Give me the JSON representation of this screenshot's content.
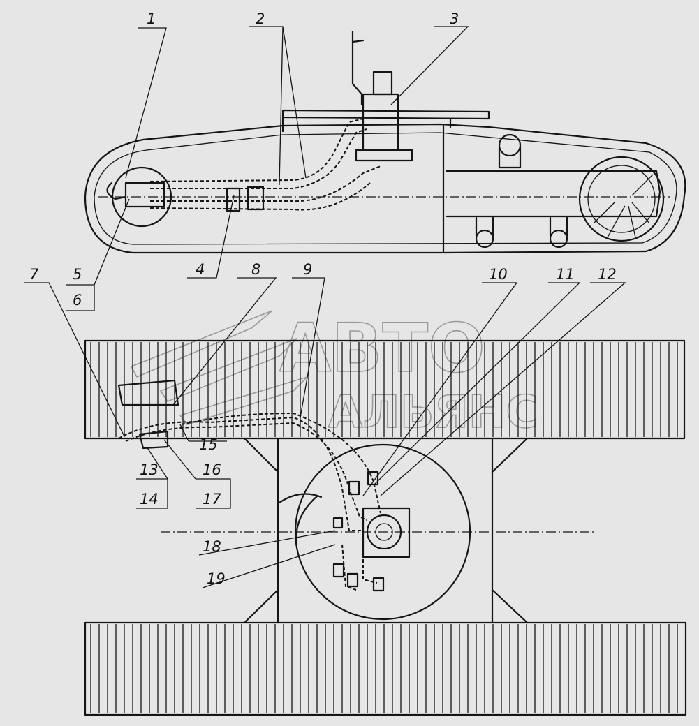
{
  "callouts": [
    "1",
    "2",
    "3",
    "4",
    "5",
    "6",
    "7",
    "8",
    "9",
    "10",
    "11",
    "12",
    "13",
    "14",
    "15",
    "16",
    "17",
    "18",
    "19"
  ],
  "watermark": {
    "line1": "АВТО",
    "line2": "АЛЬЯНС"
  }
}
